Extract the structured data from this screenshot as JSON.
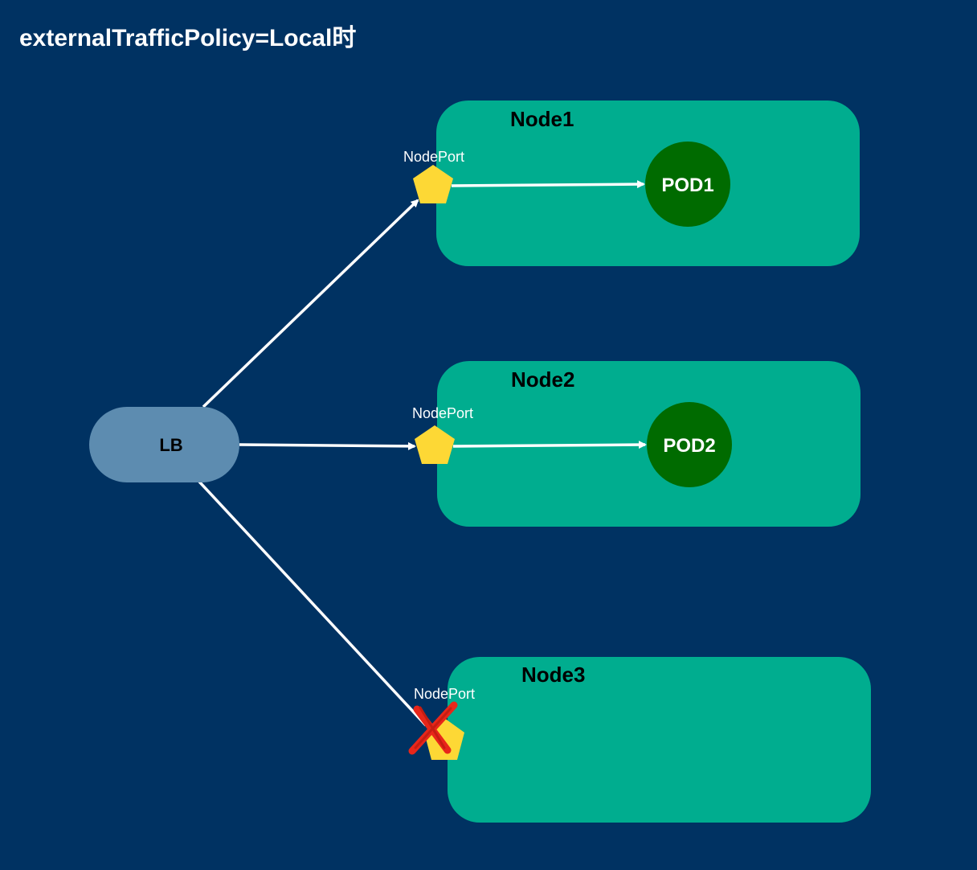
{
  "title": "externalTrafficPolicy=Local时",
  "load_balancer": {
    "label": "LB",
    "color": "#5d8cb0"
  },
  "nodes": [
    {
      "label": "Node1",
      "nodeport_label": "NodePort",
      "pod_label": "POD1",
      "has_pod": true,
      "blocked": false
    },
    {
      "label": "Node2",
      "nodeport_label": "NodePort",
      "pod_label": "POD2",
      "has_pod": true,
      "blocked": false
    },
    {
      "label": "Node3",
      "nodeport_label": "NodePort",
      "pod_label": "",
      "has_pod": false,
      "blocked": true
    }
  ],
  "colors": {
    "background": "#003262",
    "node_box": "#00ad8f",
    "pod": "#006b00",
    "nodeport": "#fdd835",
    "arrow": "#ffffff",
    "blocked_mark": "#e8261a"
  },
  "icons": {
    "nodeport": "pentagon-icon",
    "blocked": "red-cross-icon"
  }
}
